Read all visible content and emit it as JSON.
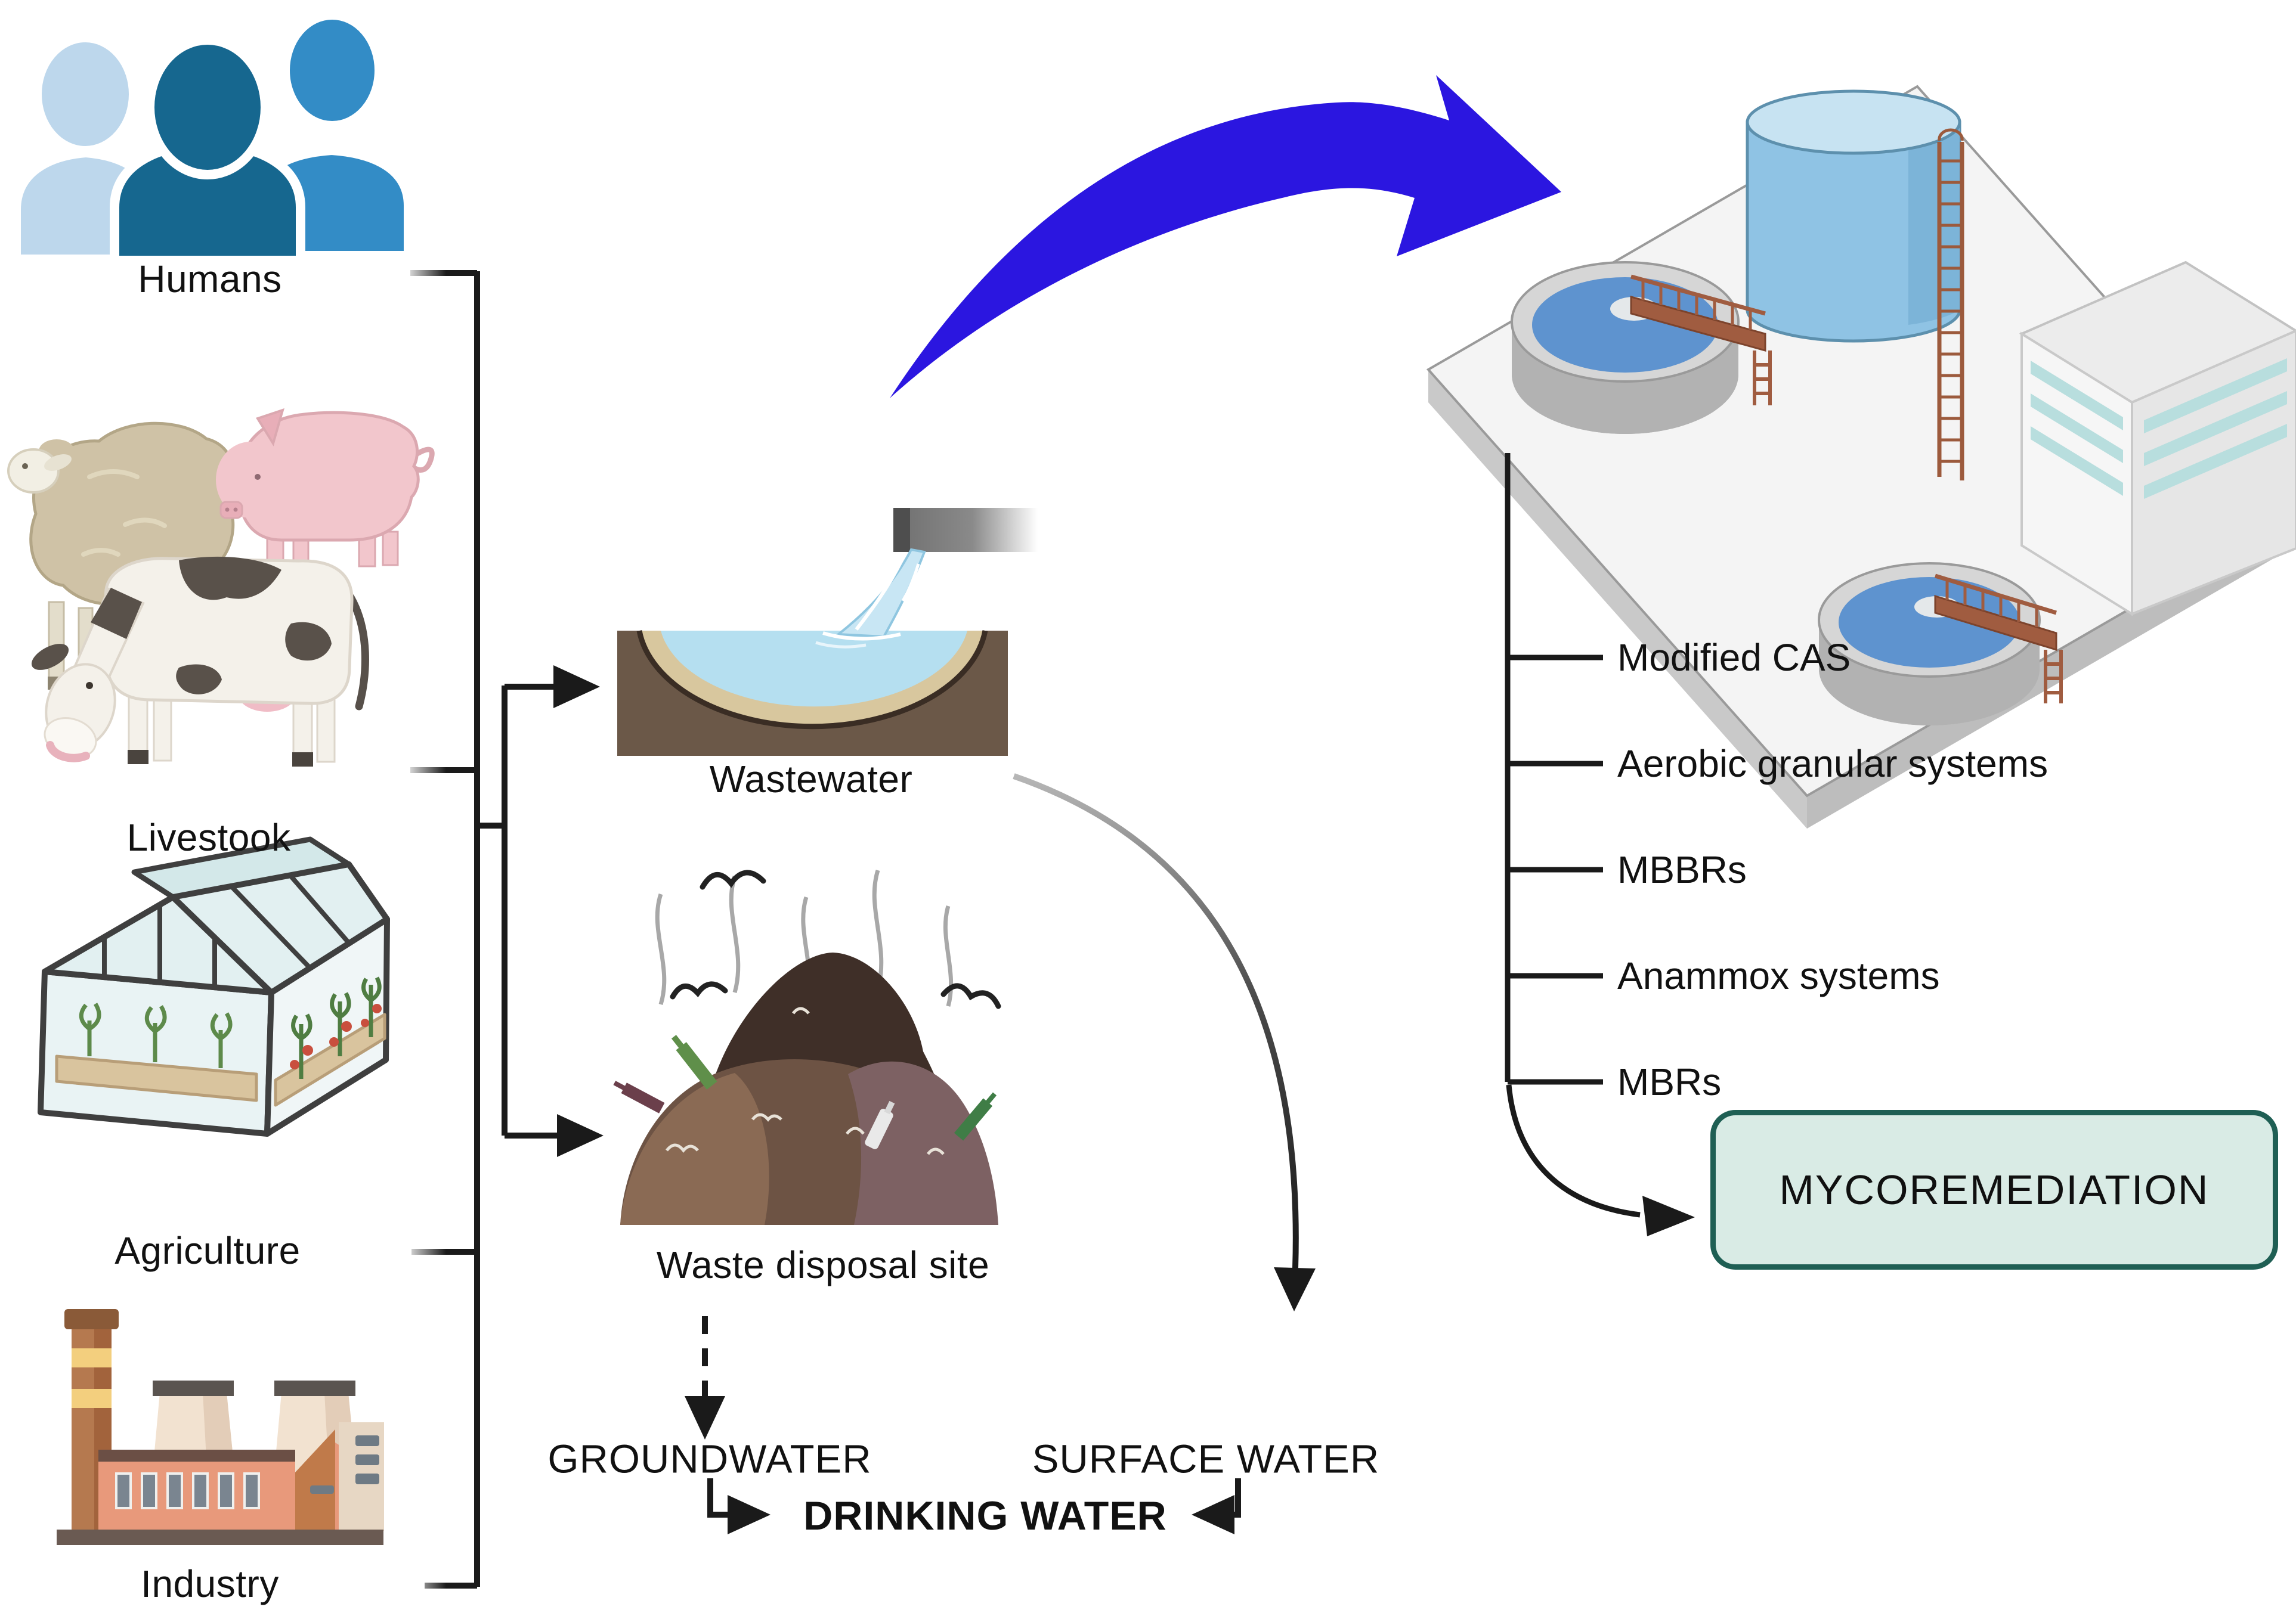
{
  "sources": {
    "humans": "Humans",
    "livestock": "Livestook",
    "agriculture": "Agriculture",
    "industry": "Industry"
  },
  "water_path": {
    "wastewater": "Wastewater",
    "waste_disposal": "Waste disposal site",
    "groundwater": "GROUNDWATER",
    "surface_water": "SURFACE WATER",
    "drinking_water": "DRINKING WATER"
  },
  "treatment": {
    "technologies": [
      "Modified CAS",
      "Aerobic granular systems",
      "MBBRs",
      "Anammox systems",
      "MBRs"
    ],
    "highlight": "MYCOREMEDIATION"
  },
  "colors": {
    "flow_arrow_blue": "#2b16e0",
    "connector_black": "#1a1a1a",
    "mycoremediation_fill": "#d9ebe5",
    "mycoremediation_border": "#1f5f54",
    "clarifier_water_blue": "#5e93cf",
    "storage_tank_blue": "#8fc3e4",
    "pond_water_blue": "#b5dff0",
    "soil_brown": "#6b5848"
  }
}
